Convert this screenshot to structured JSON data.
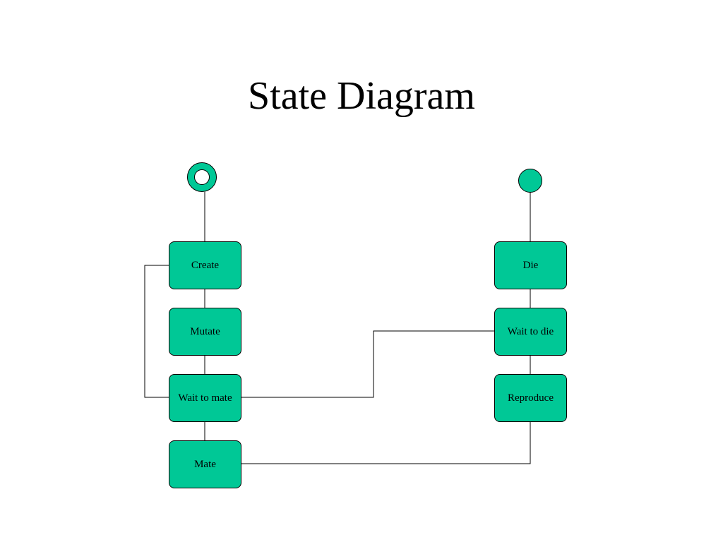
{
  "slide": {
    "title": "State Diagram"
  },
  "colors": {
    "node_fill": "#00C896",
    "stroke": "#000000",
    "background": "#FFFFFF"
  },
  "diagram": {
    "start_state": "initial-pseudostate",
    "end_state": "final-pseudostate",
    "states": {
      "create": "Create",
      "mutate": "Mutate",
      "wait_to_mate": "Wait to mate",
      "mate": "Mate",
      "die": "Die",
      "wait_to_die": "Wait to die",
      "reproduce": "Reproduce"
    },
    "connections": [
      [
        "start",
        "create"
      ],
      [
        "create",
        "mutate"
      ],
      [
        "mutate",
        "wait_to_mate"
      ],
      [
        "wait_to_mate",
        "mate"
      ],
      [
        "wait_to_mate",
        "create"
      ],
      [
        "wait_to_mate",
        "wait_to_die"
      ],
      [
        "mate",
        "reproduce"
      ],
      [
        "reproduce",
        "wait_to_die"
      ],
      [
        "wait_to_die",
        "die"
      ],
      [
        "die",
        "end"
      ]
    ]
  }
}
